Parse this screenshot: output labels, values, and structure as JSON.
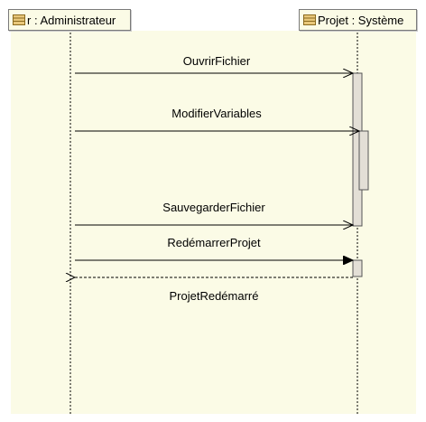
{
  "lifelines": [
    {
      "id": "admin",
      "label": "r : Administrateur",
      "icon": "class-icon"
    },
    {
      "id": "systeme",
      "label": "Projet : Système",
      "icon": "class-icon"
    }
  ],
  "messages": [
    {
      "label": "OuvrirFichier",
      "type": "sync"
    },
    {
      "label": "ModifierVariables",
      "type": "sync"
    },
    {
      "label": "SauvegarderFichier",
      "type": "sync"
    },
    {
      "label": "RedémarrerProjet",
      "type": "sync-filled"
    },
    {
      "label": "ProjetRedémarré",
      "type": "return"
    }
  ],
  "colors": {
    "background": "#fbfbe6",
    "line": "#000000",
    "activation": "#e3dfd6",
    "icon_fill": "#e8c77a"
  }
}
